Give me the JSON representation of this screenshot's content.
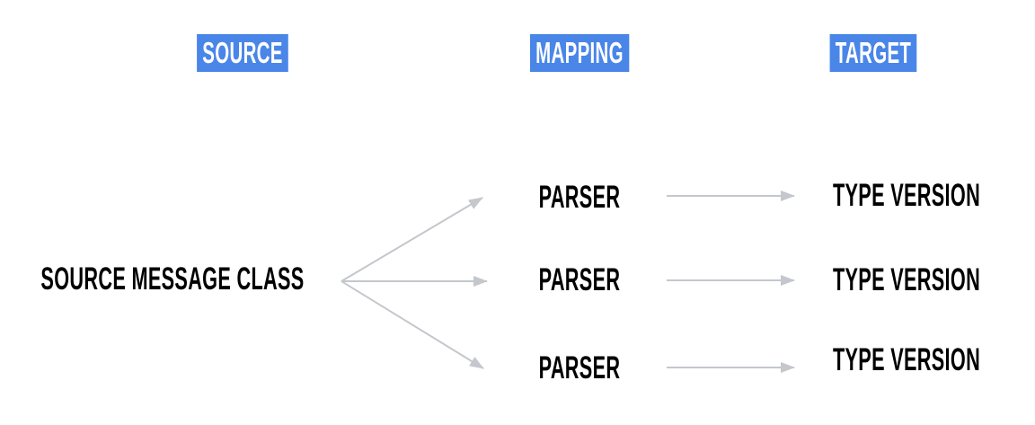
{
  "diagram": {
    "columns": [
      {
        "label": "SOURCE"
      },
      {
        "label": "MAPPING"
      },
      {
        "label": "TARGET"
      }
    ],
    "source_node": {
      "label": "SOURCE MESSAGE CLASS"
    },
    "mappings": [
      {
        "parser": "PARSER",
        "target": "TYPE VERSION"
      },
      {
        "parser": "PARSER",
        "target": "TYPE VERSION"
      },
      {
        "parser": "PARSER",
        "target": "TYPE VERSION"
      }
    ],
    "colors": {
      "header_background": "#4a86e8",
      "header_text": "#ffffff",
      "node_text": "#000000",
      "arrow": "#c4c7cc",
      "background": "#ffffff"
    }
  }
}
